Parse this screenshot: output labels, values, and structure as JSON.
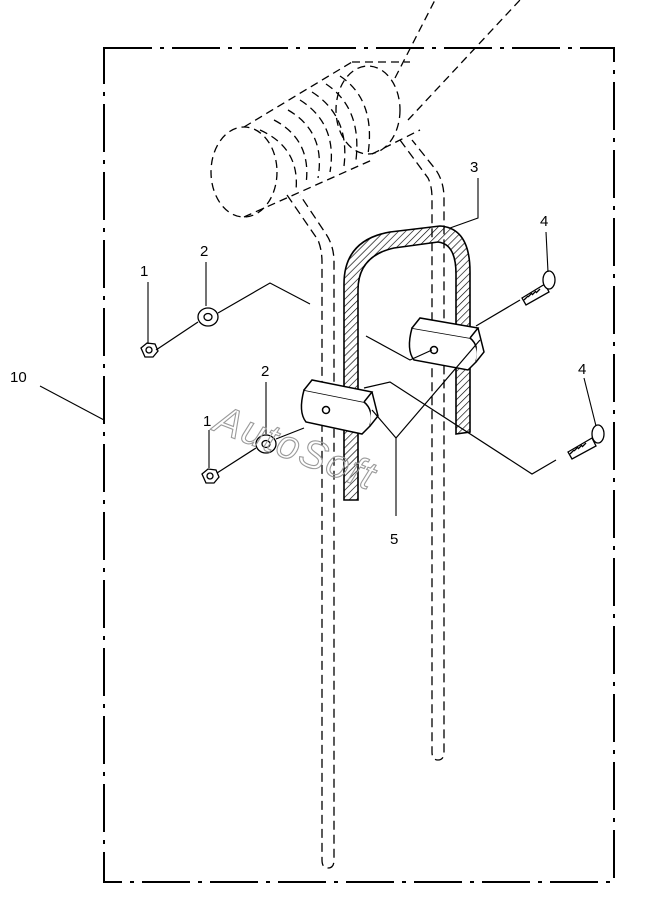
{
  "callouts": {
    "c1a": "1",
    "c2a": "2",
    "c1b": "1",
    "c2b": "2",
    "c3": "3",
    "c4a": "4",
    "c4b": "4",
    "c5": "5",
    "c10": "10"
  },
  "watermark": "AutoSoft"
}
